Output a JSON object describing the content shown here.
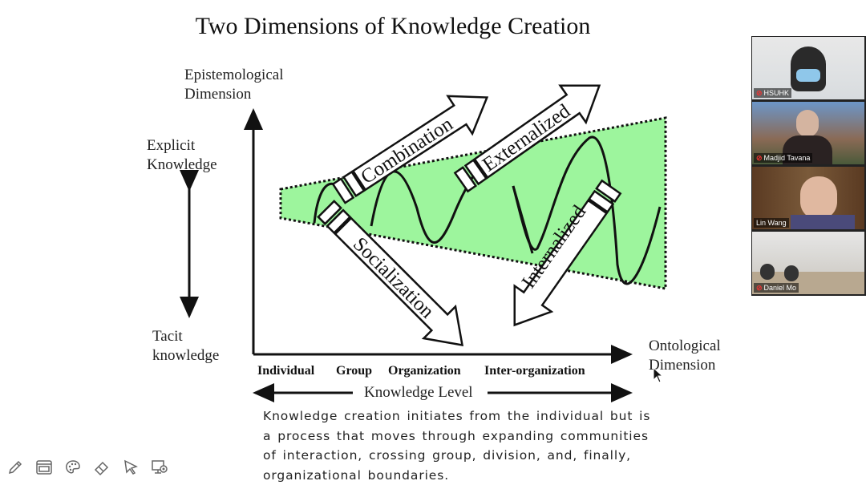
{
  "slide": {
    "title": "Two Dimensions of Knowledge Creation",
    "y_axis_label_line1": "Epistemological",
    "y_axis_label_line2": "Dimension",
    "x_axis_label_line1": "Ontological",
    "x_axis_label_line2": "Dimension",
    "explicit_line1": "Explicit",
    "explicit_line2": "Knowledge",
    "tacit_line1": "Tacit",
    "tacit_line2": "knowledge",
    "levels": [
      "Individual",
      "Group",
      "Organization",
      "Inter-organization"
    ],
    "knowledge_level": "Knowledge Level",
    "arrows": {
      "combination": "Combination",
      "externalized": "Externalized",
      "socialization": "Socialization",
      "internalized": "Internalized"
    },
    "caption": "Knowledge creation initiates from the individual but is a process that moves through expanding communities of interaction, crossing group, division, and, finally, organizational boundaries.",
    "colors": {
      "spiral_fill": "#9df59d",
      "ink": "#111111"
    }
  },
  "participants": [
    {
      "name": "HSUHK",
      "muted": true
    },
    {
      "name": "Madjid Tavana",
      "muted": true
    },
    {
      "name": "Lin Wang",
      "muted": false
    },
    {
      "name": "Daniel Mo",
      "muted": true
    }
  ],
  "toolbar": {
    "tools": [
      "pencil-icon",
      "whiteboard-icon",
      "palette-icon",
      "eraser-icon",
      "pointer-icon",
      "screen-share-icon"
    ]
  }
}
